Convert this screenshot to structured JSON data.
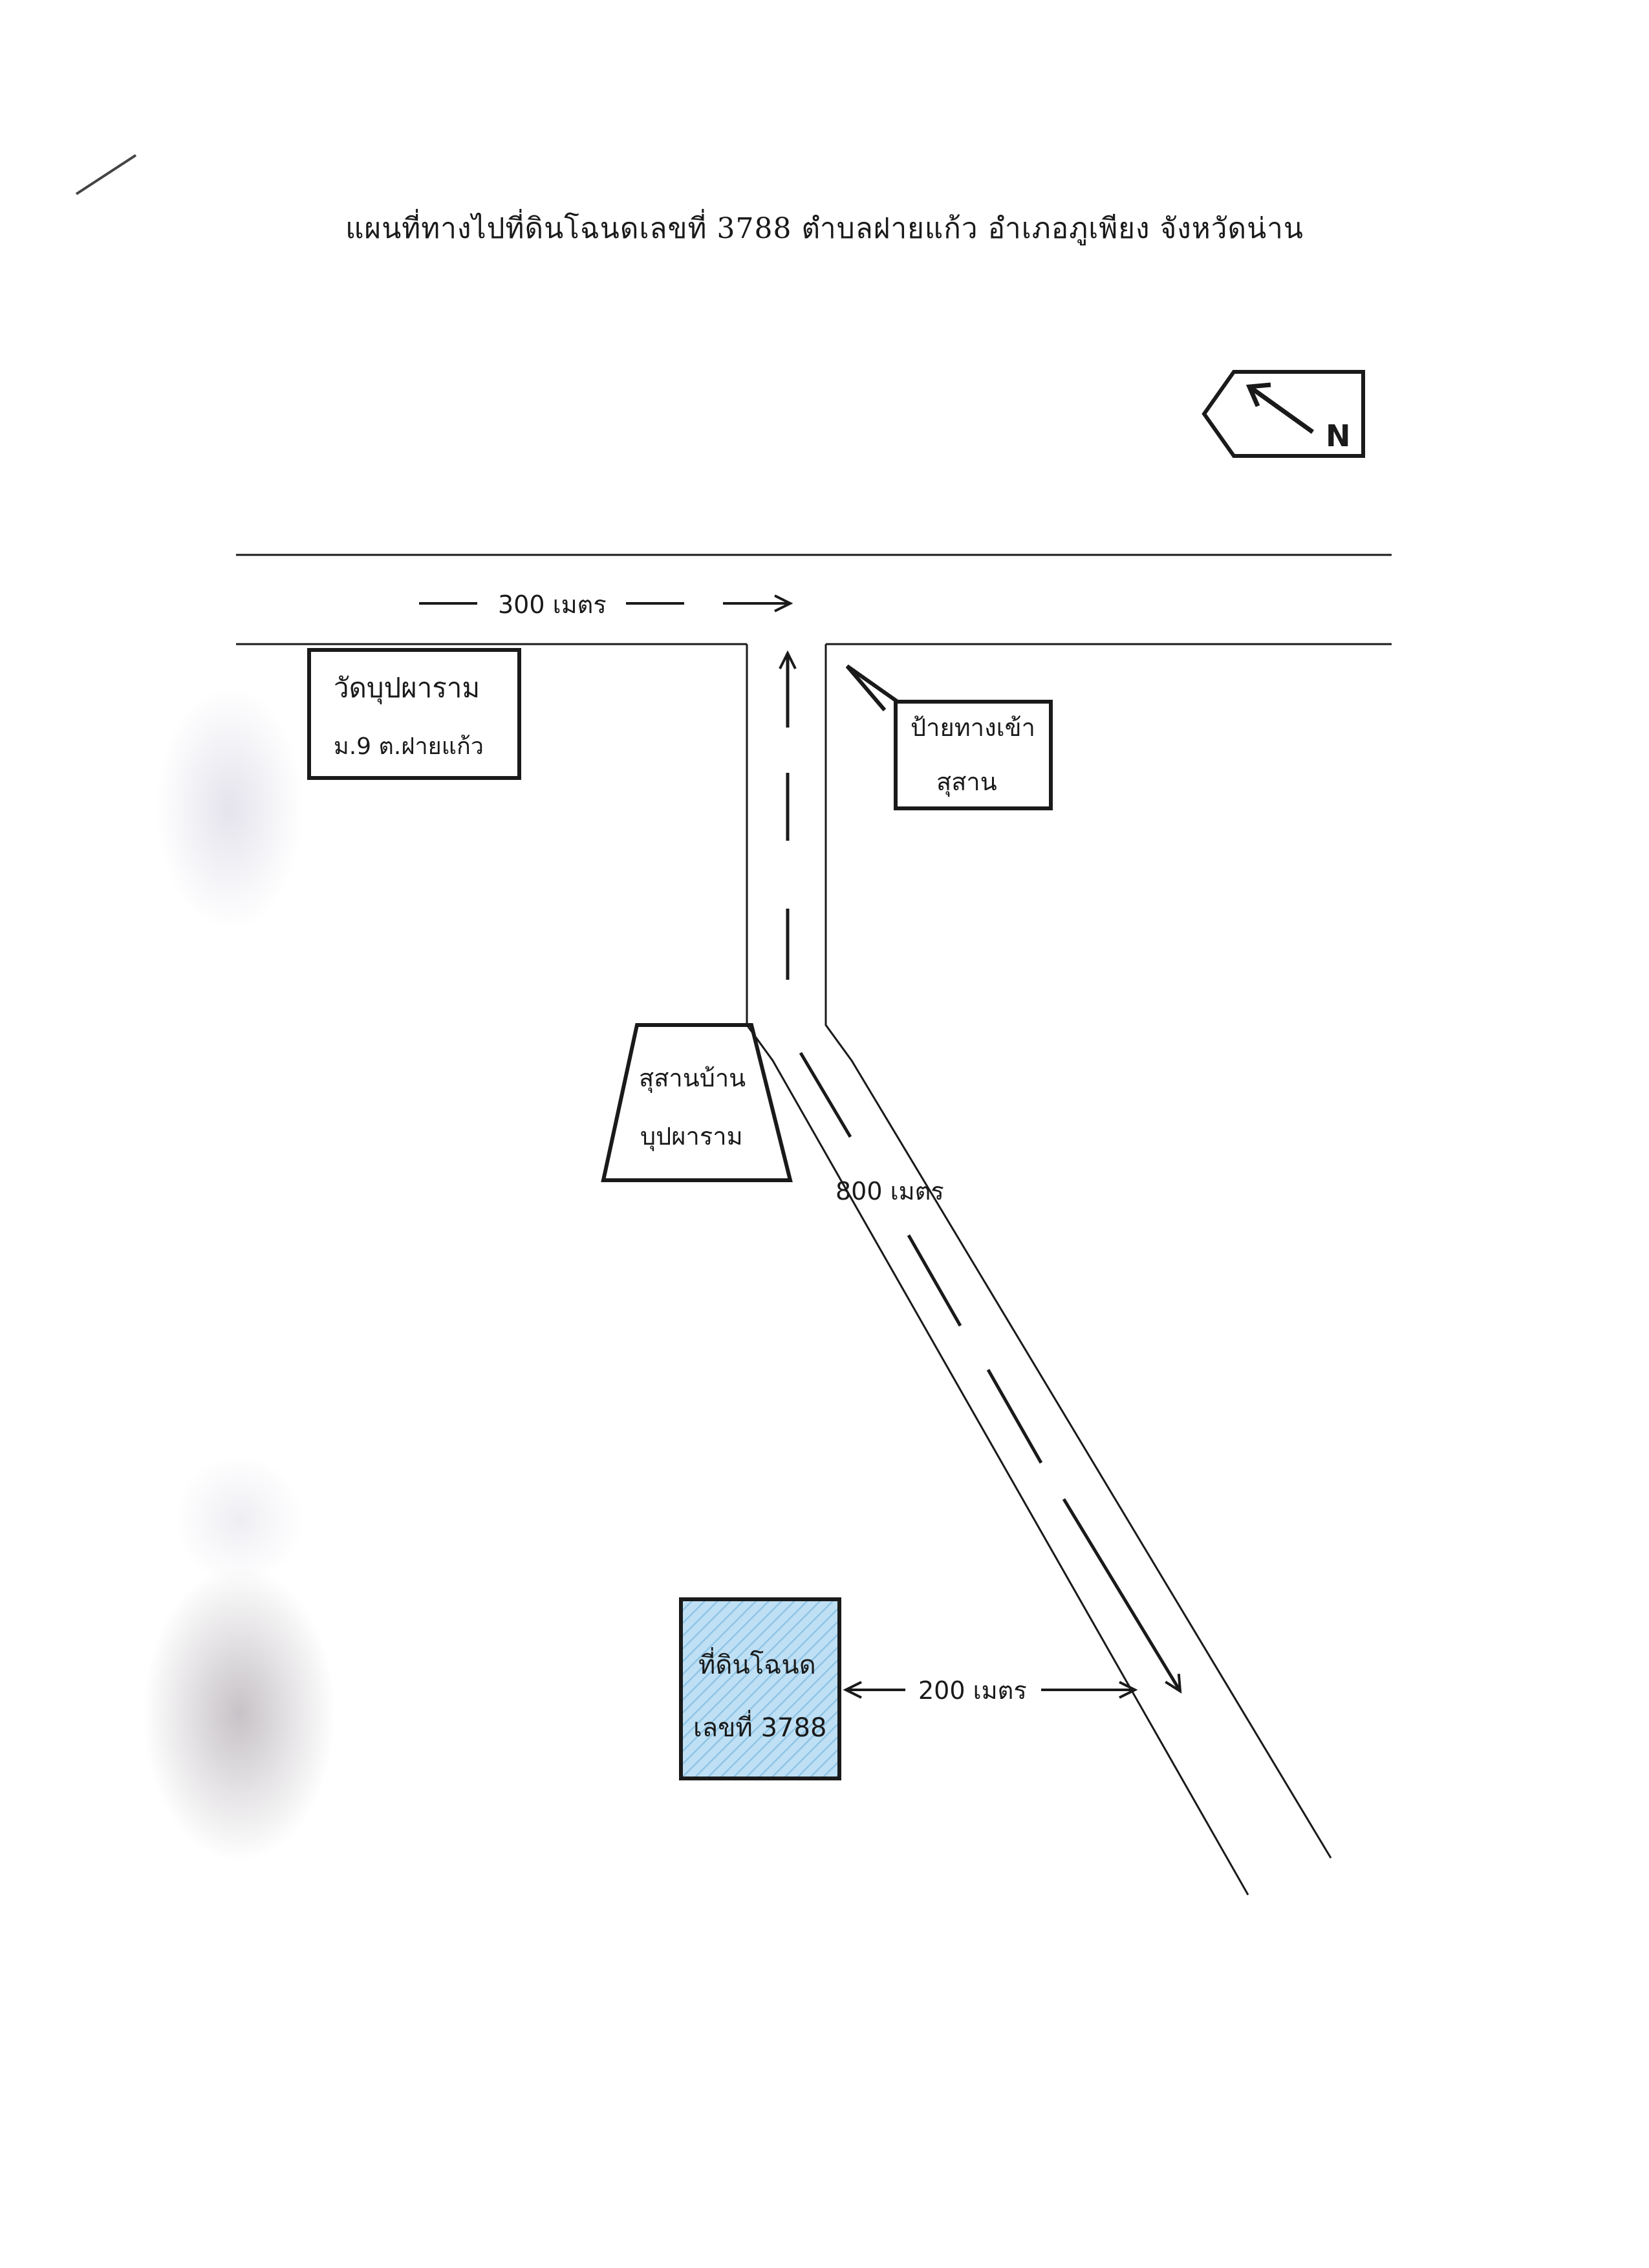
{
  "title": "แผนที่ทางไปที่ดินโฉนดเลขที่ 3788  ตำบลฝายแก้ว  อำเภอภูเพียง  จังหวัดน่าน",
  "north_label": "N",
  "labels": {
    "distance_top": "300 เมตร",
    "distance_diagonal": "800 เมตร",
    "distance_parcel": "200 เมตร"
  },
  "places": {
    "temple_name": "วัดบุปผาราม",
    "temple_address": "ม.9  ต.ฝายแก้ว",
    "sign_line1": "ป้ายทางเข้า",
    "sign_line2": "สุสาน",
    "cemetery_line1": "สุสานบ้าน",
    "cemetery_line2": "บุปผาราม",
    "parcel_line1": "ที่ดินโฉนด",
    "parcel_line2": "เลขที่ 3788"
  },
  "colors": {
    "ink": "#1a1a1a",
    "parcel_fill": "#bfe0f4",
    "parcel_hatch": "#8fc4e6",
    "smudge": "#c8c3d6"
  }
}
